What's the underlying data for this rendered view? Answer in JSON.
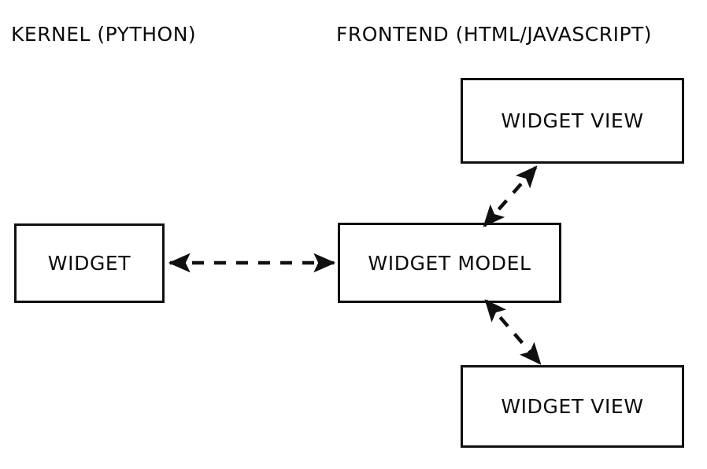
{
  "diagram": {
    "title_kernel": "KERNEL (PYTHON)",
    "title_frontend": "FRONTEND (HTML/JAVASCRIPT)",
    "background_color": "#ffffff",
    "stroke_color": "#101010",
    "text_color": "#0b0b0b",
    "nodes": [
      {
        "id": "widget",
        "label": "WIDGET",
        "group": "kernel"
      },
      {
        "id": "widget-model",
        "label": "WIDGET MODEL",
        "group": "frontend"
      },
      {
        "id": "widget-view-top",
        "label": "WIDGET VIEW",
        "group": "frontend"
      },
      {
        "id": "widget-view-bottom",
        "label": "WIDGET VIEW",
        "group": "frontend"
      }
    ],
    "edges": [
      {
        "id": "widget-to-widget-model",
        "from": "widget",
        "to": "widget-model",
        "style": "dashed",
        "arrows": "both"
      },
      {
        "id": "widget-model-to-widget-view-top",
        "from": "widget-model",
        "to": "widget-view-top",
        "style": "dashed",
        "arrows": "both"
      },
      {
        "id": "widget-model-to-widget-view-bottom",
        "from": "widget-model",
        "to": "widget-view-bottom",
        "style": "dashed",
        "arrows": "both"
      }
    ]
  }
}
